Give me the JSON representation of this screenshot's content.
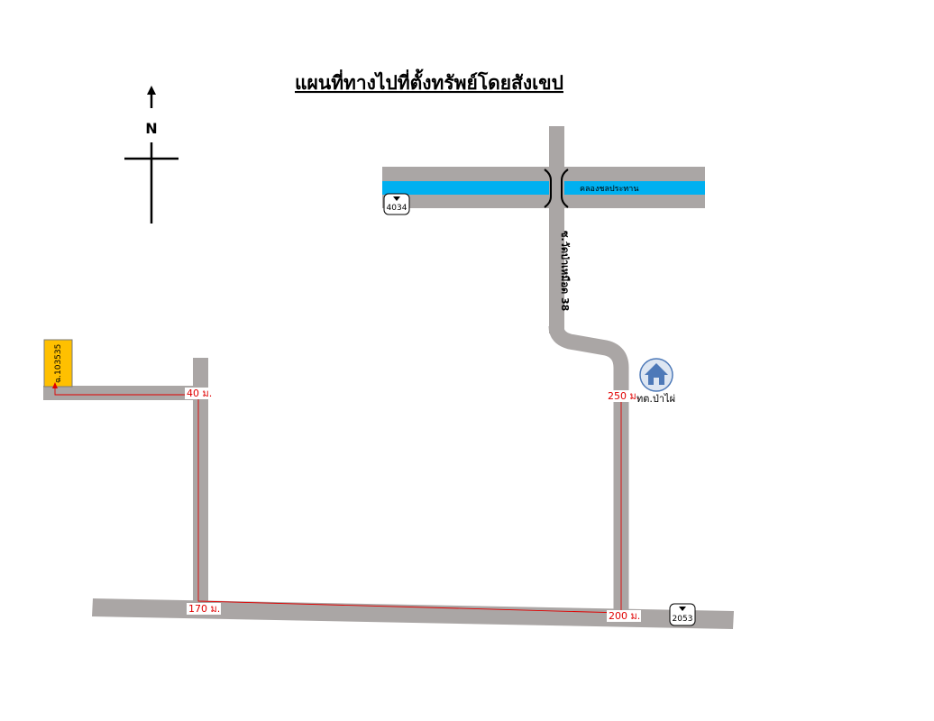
{
  "title": "แผนที่ทางไปที่ตั้งทรัพย์โดยสังเขป",
  "compass": {
    "label": "N"
  },
  "canal": {
    "label": "คลองชลประทาน",
    "color": "#00b0f0"
  },
  "road_color": "#aaa6a5",
  "soi": {
    "label": "ซ.วัดป่าเหมือด 38"
  },
  "landmark": {
    "label": "ทต.ป่าไผ่",
    "icon": "house-icon",
    "color": "#4d79b8"
  },
  "parcel": {
    "label": "ฉ.103535",
    "color": "#ffc000"
  },
  "distances": {
    "d40": "40 ม.",
    "d170": "170 ม.",
    "d200": "200 ม.",
    "d250": "250 ม."
  },
  "highways": {
    "north": "4034",
    "south": "2053"
  },
  "route_color": "#e00000"
}
